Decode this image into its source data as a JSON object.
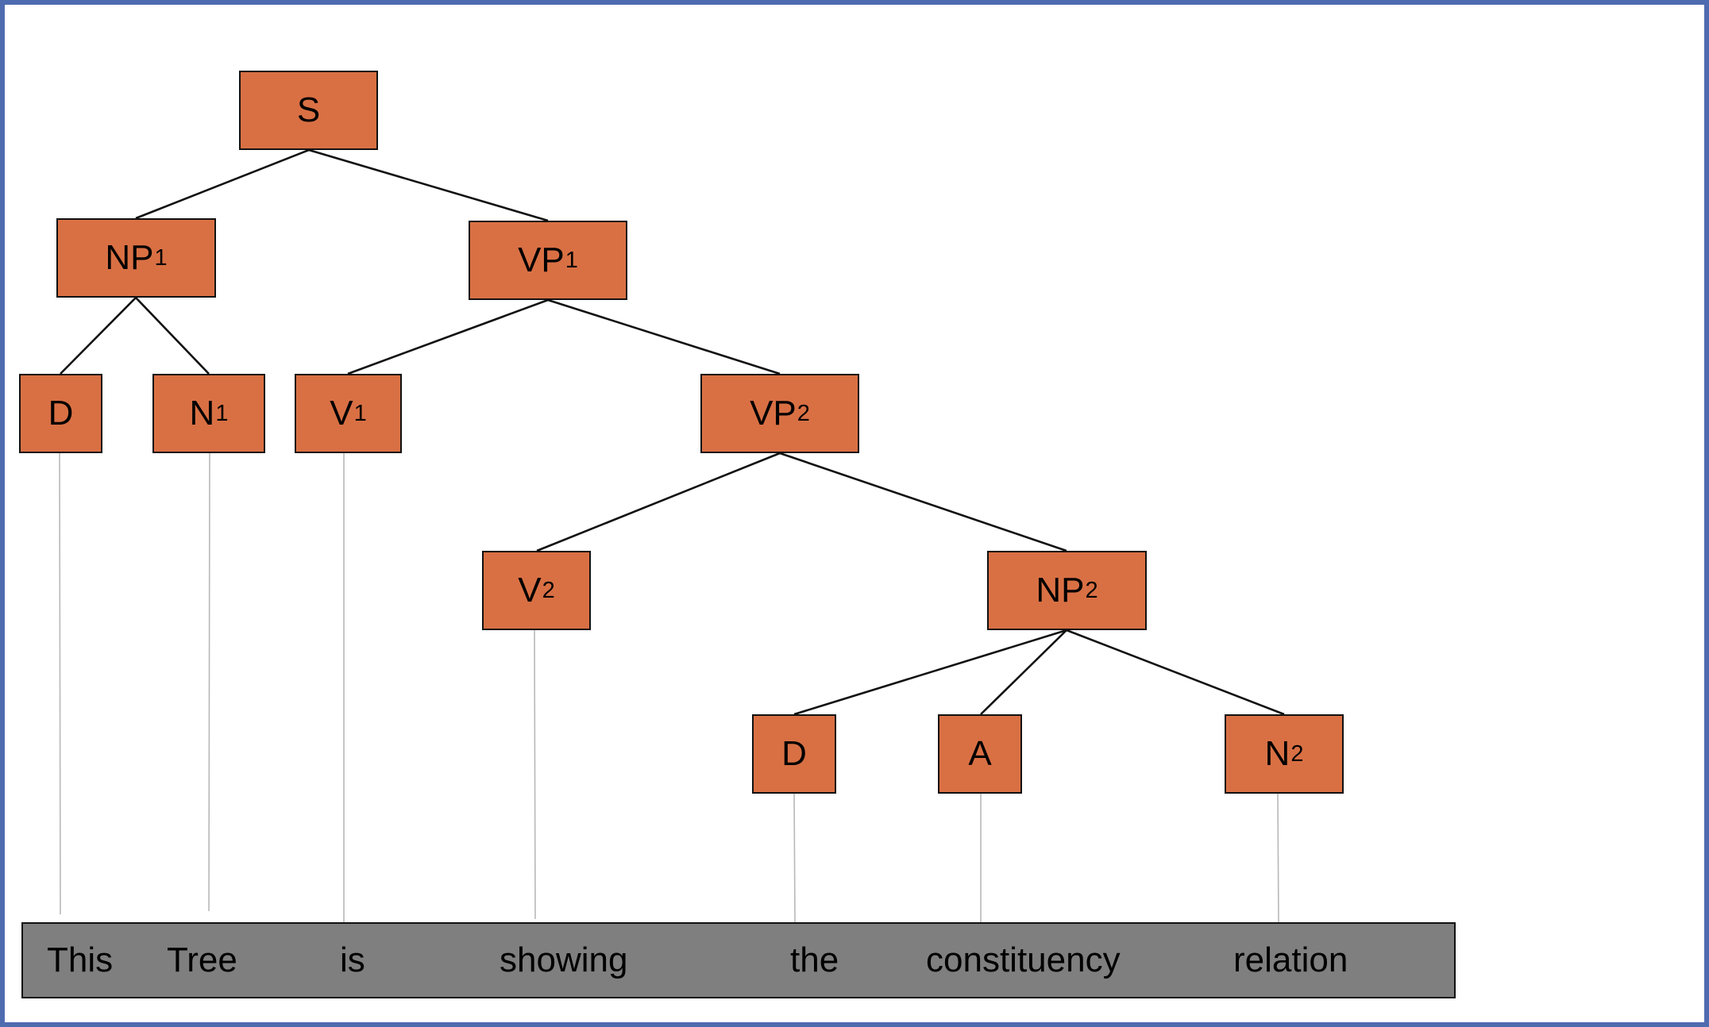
{
  "colors": {
    "frame_border": "#4f6bb0",
    "node_fill": "#d97044",
    "node_border": "#111111",
    "sentence_fill": "#7f7f7f",
    "tree_line": "#111111",
    "leader_line": "#b8b8b8"
  },
  "nodes": {
    "s": {
      "label": "S",
      "sub": ""
    },
    "np1": {
      "label": "NP",
      "sub": "1"
    },
    "vp1": {
      "label": "VP",
      "sub": "1"
    },
    "d1": {
      "label": "D",
      "sub": ""
    },
    "n1": {
      "label": "N",
      "sub": "1"
    },
    "v1": {
      "label": "V",
      "sub": "1"
    },
    "vp2": {
      "label": "VP",
      "sub": "2"
    },
    "v2": {
      "label": "V",
      "sub": "2"
    },
    "np2": {
      "label": "NP",
      "sub": "2"
    },
    "d2": {
      "label": "D",
      "sub": ""
    },
    "a": {
      "label": "A",
      "sub": ""
    },
    "n2": {
      "label": "N",
      "sub": "2"
    }
  },
  "sentence": {
    "words": [
      "This",
      "Tree",
      "is",
      "showing",
      "the",
      "constituency",
      "relation"
    ]
  }
}
